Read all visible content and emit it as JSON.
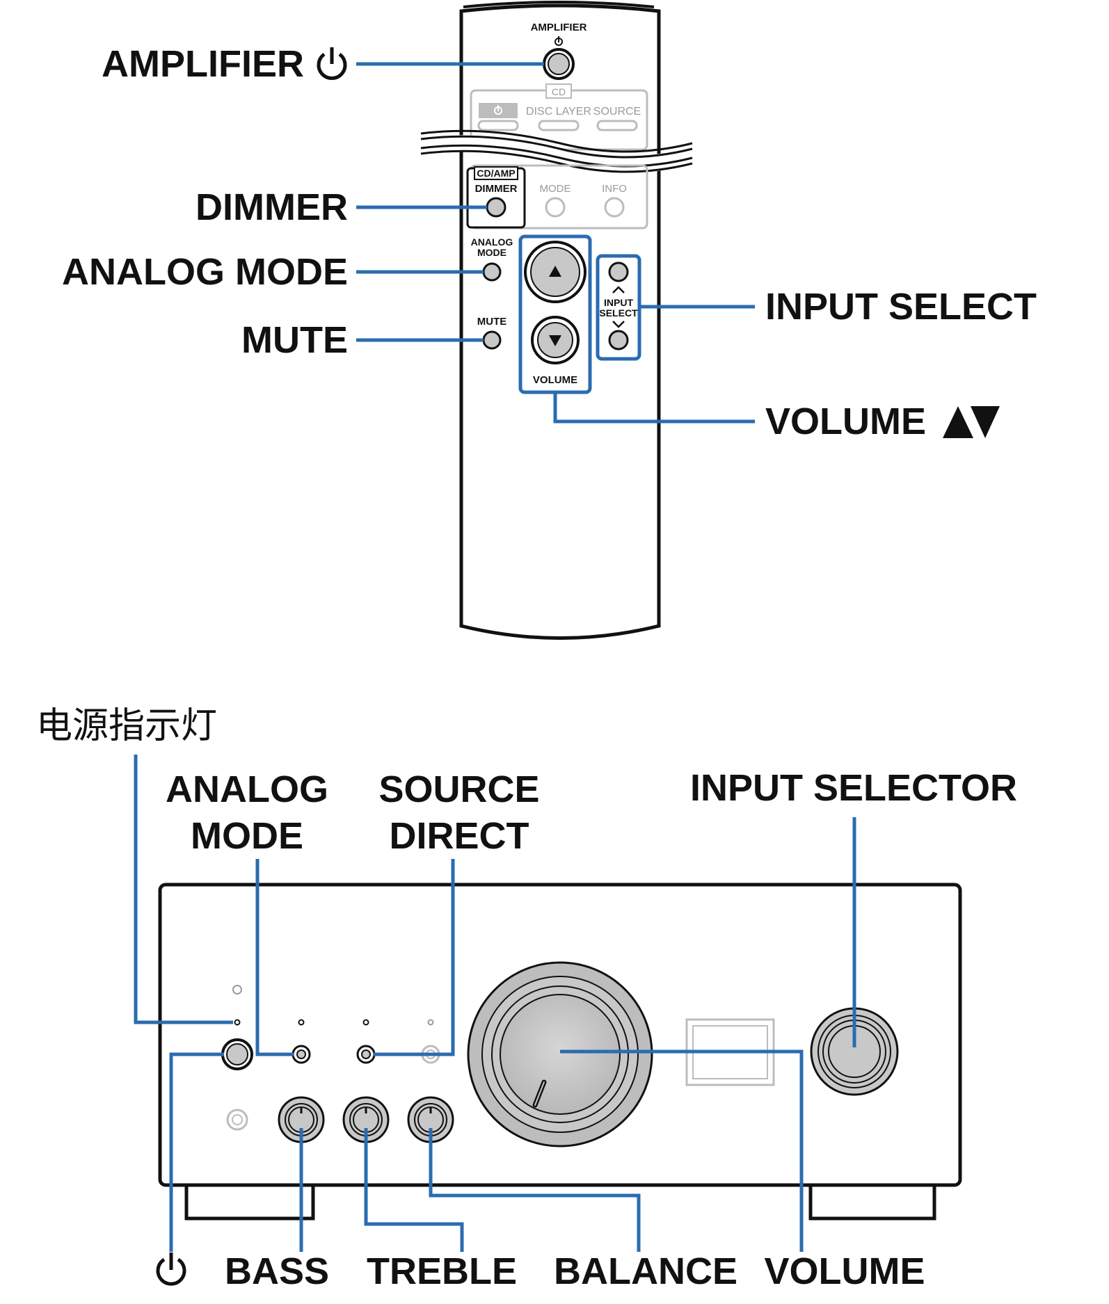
{
  "remote": {
    "top_label": "AMPLIFIER",
    "cd_tag": "CD",
    "disc_layer": "DISC LAYER",
    "source": "SOURCE",
    "cd_amp_tag": "CD/AMP",
    "dimmer": "DIMMER",
    "mode": "MODE",
    "info": "INFO",
    "analog_line1": "ANALOG",
    "analog_line2": "MODE",
    "mute": "MUTE",
    "input_line1": "INPUT",
    "input_line2": "SELECT",
    "volume": "VOLUME"
  },
  "remote_callouts": {
    "amplifier": "AMPLIFIER",
    "dimmer": "DIMMER",
    "analog_mode": "ANALOG MODE",
    "mute": "MUTE",
    "input_select": "INPUT SELECT",
    "volume": "VOLUME"
  },
  "panel_callouts": {
    "power_indicator": "电源指示灯",
    "analog_line1": "ANALOG",
    "analog_line2": "MODE",
    "source_line1": "SOURCE",
    "source_line2": "DIRECT",
    "input_selector": "INPUT SELECTOR",
    "bass": "BASS",
    "treble": "TREBLE",
    "balance": "BALANCE",
    "volume": "VOLUME"
  },
  "colors": {
    "leader": "#2b6cb0",
    "ink": "#111111",
    "knob": "#c8c8c8",
    "faded": "#9a9a9a"
  },
  "icons": [
    "power-icon",
    "volume-up-down-icon"
  ]
}
